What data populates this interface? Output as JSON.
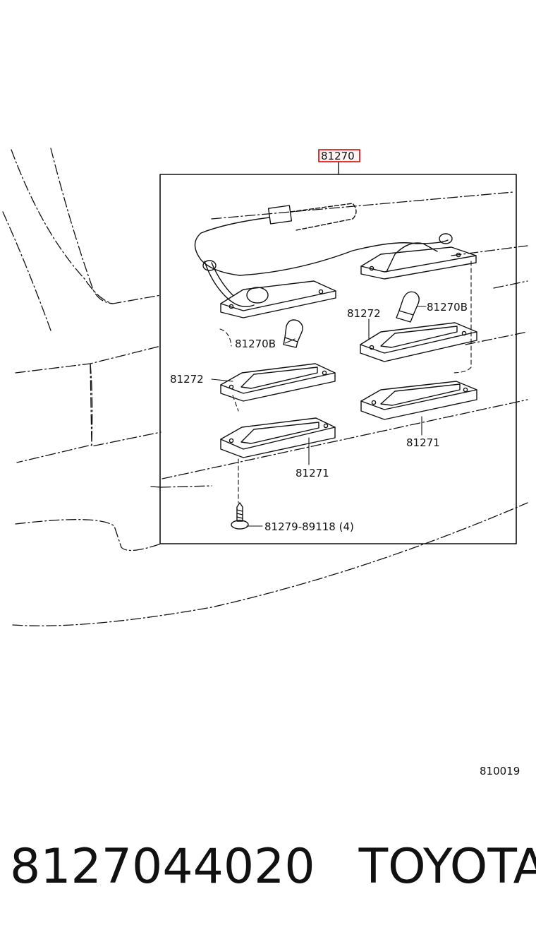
{
  "diagram": {
    "highlighted_part": "81270",
    "labels": {
      "bulb_right": "81270B",
      "bulb_left": "81270B",
      "lens_right": "81272",
      "lens_left": "81272",
      "housing_right": "81271",
      "housing_left": "81271",
      "screw": "81279-89118 (4)"
    },
    "figure_number": "810019"
  },
  "footer": {
    "part_number": "8127044020",
    "brand": "TOYOTA"
  }
}
